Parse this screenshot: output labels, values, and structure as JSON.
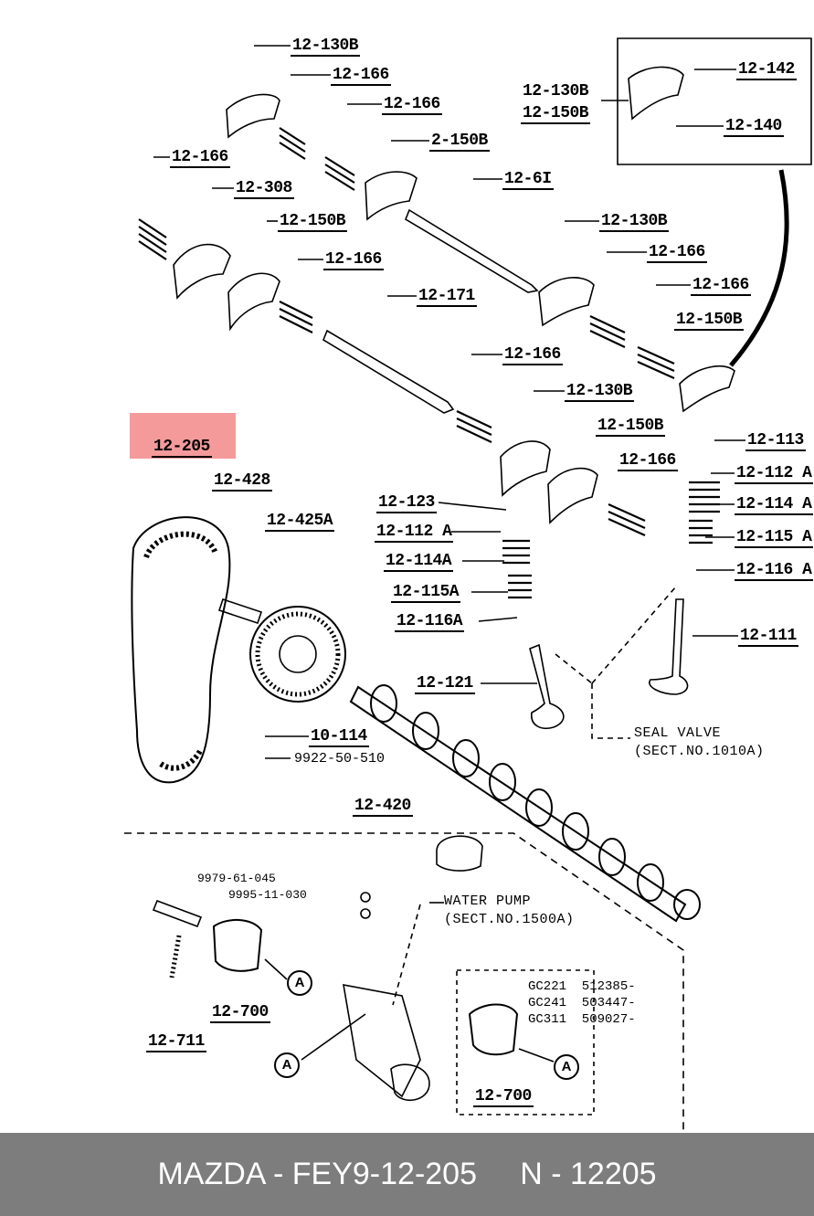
{
  "labels": {
    "l01": "12-130B",
    "l02": "12-166",
    "l03": "12-166",
    "l04": "12-130B",
    "l05": "12-150B",
    "l06": "12-142",
    "l07": "12-140",
    "l08": "2-150B",
    "l09": "12-166",
    "l10": "12-6I",
    "l11": "12-308",
    "l12": "12-150B",
    "l13": "12-130B",
    "l14": "12-166",
    "l15": "12-166",
    "l16": "12-166",
    "l17": "12-171",
    "l18": "12-150B",
    "l19": "12-166",
    "l20": "12-130B",
    "l21": "12-205",
    "l22": "12-150B",
    "l23": "12-113",
    "l24": "12-428",
    "l25": "12-166",
    "l26": "12-112 A",
    "l27": "12-123",
    "l28": "12-425A",
    "l29": "12-114 A",
    "l30": "12-112 A",
    "l31": "12-114A",
    "l32": "12-115 A",
    "l33": "12-115A",
    "l34": "12-116 A",
    "l35": "12-116A",
    "l36": "12-111",
    "l37": "12-121",
    "l38": "10-114",
    "l39": "12-420",
    "l40": "12-700",
    "l41": "12-711",
    "l42": "12-700"
  },
  "texts": {
    "bolt_part": "9922-50-510",
    "seal_valve_1": "SEAL VALVE",
    "seal_valve_2": "(SECT.NO.1010A)",
    "water_pump_1": "WATER PUMP",
    "water_pump_2": "(SECT.NO.1500A)",
    "p_9979": "9979-61-045",
    "p_9995": "9995-11-030",
    "gc1": "GC221  512385-",
    "gc2": "GC241  503447-",
    "gc3": "GC311  509027-",
    "mark_a": "A"
  },
  "footer": {
    "left": "MAZDA - FEY9-12-205",
    "right": "N - 12205"
  },
  "colors": {
    "highlight": "#f07878",
    "footer_bg": "#7d7d7d",
    "footer_text": "#ffffff"
  }
}
